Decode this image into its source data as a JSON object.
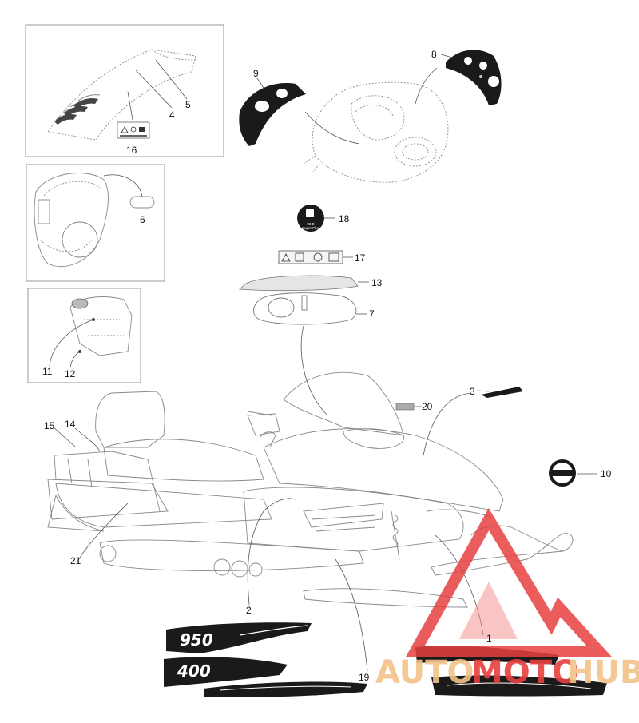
{
  "callouts": [
    {
      "id": "c1",
      "label": "1"
    },
    {
      "id": "c2",
      "label": "2"
    },
    {
      "id": "c3",
      "label": "3"
    },
    {
      "id": "c4",
      "label": "4"
    },
    {
      "id": "c5",
      "label": "5"
    },
    {
      "id": "c6",
      "label": "6"
    },
    {
      "id": "c7",
      "label": "7"
    },
    {
      "id": "c8",
      "label": "8"
    },
    {
      "id": "c9",
      "label": "9"
    },
    {
      "id": "c10",
      "label": "10"
    },
    {
      "id": "c11",
      "label": "11"
    },
    {
      "id": "c12",
      "label": "12"
    },
    {
      "id": "c13",
      "label": "13"
    },
    {
      "id": "c14",
      "label": "14"
    },
    {
      "id": "c15",
      "label": "15"
    },
    {
      "id": "c16",
      "label": "16"
    },
    {
      "id": "c17",
      "label": "17"
    },
    {
      "id": "c18",
      "label": "18"
    },
    {
      "id": "c19",
      "label": "19"
    },
    {
      "id": "c20",
      "label": "20"
    },
    {
      "id": "c21",
      "label": "21"
    }
  ],
  "decals": {
    "model_950": "950",
    "model_400": "400",
    "fuel_badge_line1": "98 E",
    "fuel_badge_line2": "Super Plus"
  },
  "watermark": {
    "part1": "AUTO",
    "part2": "MOTO",
    "part3": "HUB",
    "color_gold": "#f2c38a",
    "color_red": "#e84040",
    "color_red_light": "#f08a8a"
  }
}
